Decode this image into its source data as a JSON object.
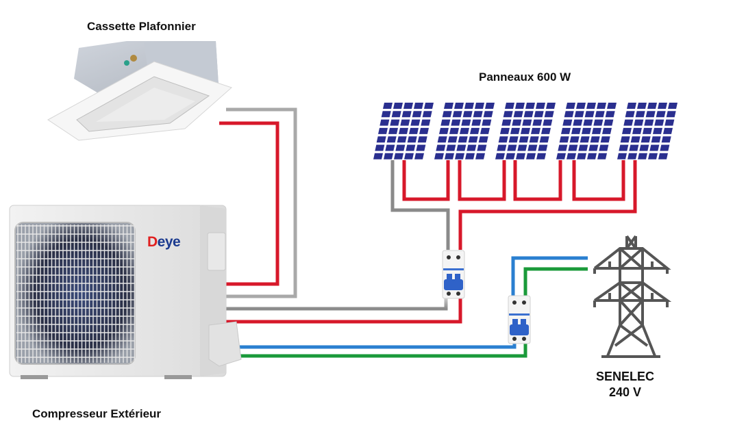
{
  "labels": {
    "cassette": "Cassette Plafonnier",
    "panels": "Panneaux 600 W",
    "grid_name": "SENELEC",
    "grid_voltage": "240 V",
    "compressor": "Compresseur Extérieur"
  },
  "brand": {
    "name_first": "D",
    "name_rest": "eye",
    "color": "#1b3a8f",
    "accent": "#e02020"
  },
  "components": {
    "solar_panels_count": 5,
    "breakers_count": 2
  },
  "wire_colors": {
    "positive": "#d7182a",
    "negative": "#8a8a8a",
    "gray_light": "#b5b5b5",
    "phase": "#2a7fd0",
    "neutral": "#1a9a3a"
  },
  "panel_color": "#2a2f8f"
}
